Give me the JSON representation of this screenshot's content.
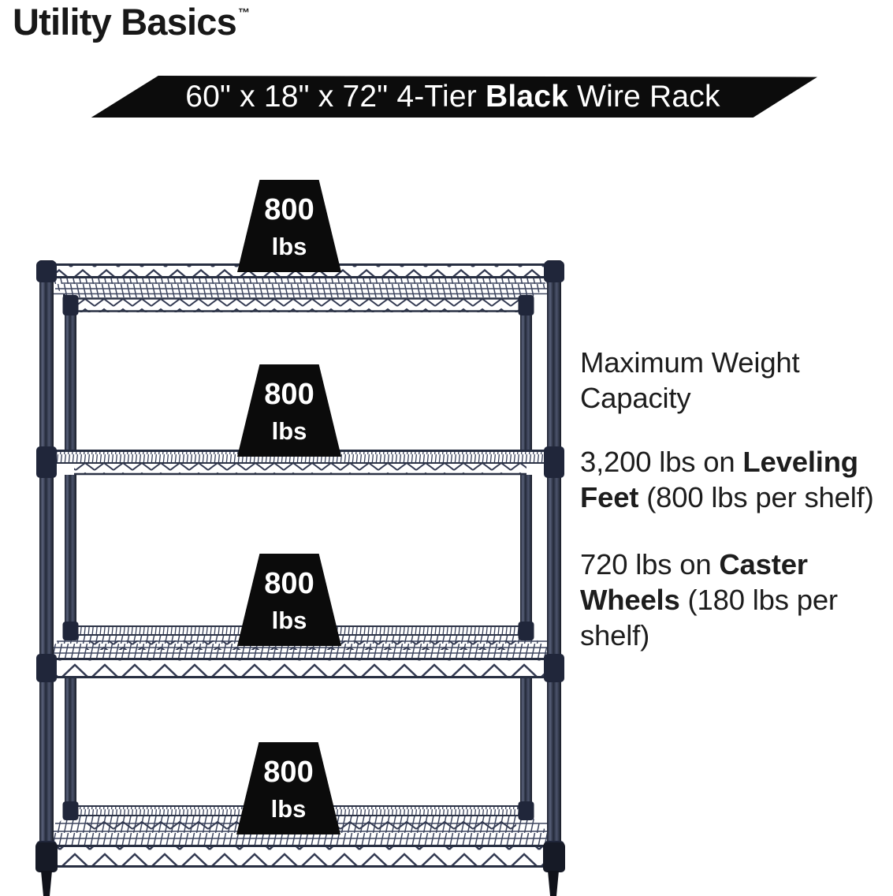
{
  "brand": {
    "name": "Utility Basics",
    "trademark": "™"
  },
  "banner": {
    "title_prefix": "60\" x 18\" x 72\" 4-Tier ",
    "title_bold": "Black",
    "title_suffix": " Wire Rack"
  },
  "weight_markers": [
    {
      "value": "800",
      "unit": "lbs"
    },
    {
      "value": "800",
      "unit": "lbs"
    },
    {
      "value": "800",
      "unit": "lbs"
    },
    {
      "value": "800",
      "unit": "lbs"
    }
  ],
  "specs": {
    "heading": "Maximum Weight Capacity",
    "items": [
      {
        "prefix": "3,200 lbs on ",
        "bold": "Leveling Feet",
        "suffix": " (800 lbs per shelf)"
      },
      {
        "prefix": "720 lbs on ",
        "bold": "Caster Wheels",
        "suffix": " (180 lbs per shelf)"
      }
    ]
  },
  "colors": {
    "banner_bg": "#0c0c0c",
    "banner_text": "#ffffff",
    "marker_bg": "#0b0b0b",
    "marker_text": "#ffffff",
    "rack_navy": "#2a3042",
    "rack_wire": "#39415a",
    "body_text": "#1d1d1d"
  }
}
